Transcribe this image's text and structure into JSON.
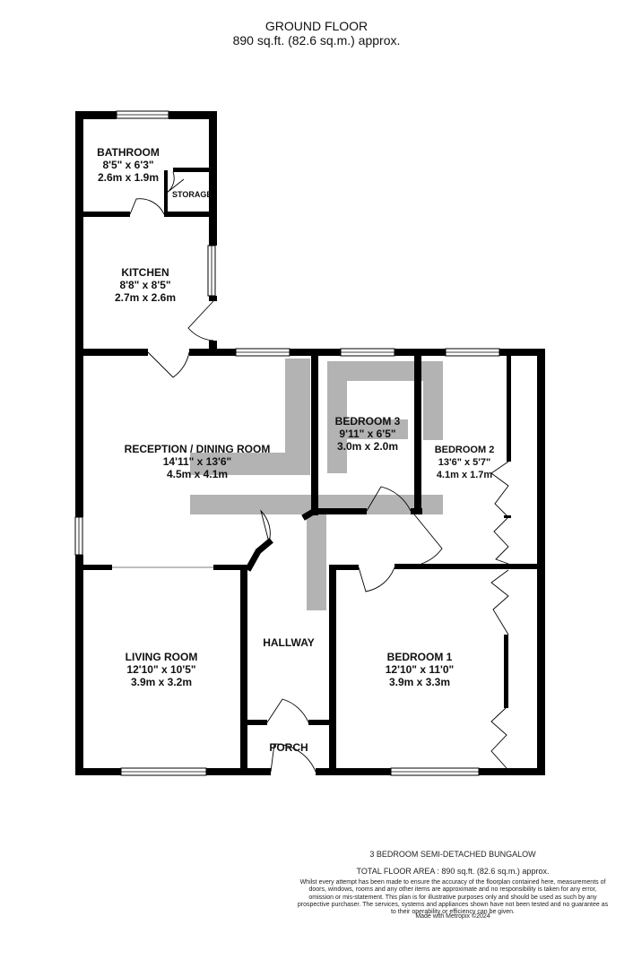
{
  "header": {
    "floor_name": "GROUND FLOOR",
    "floor_area": "890 sq.ft. (82.6 sq.m.) approx."
  },
  "rooms": {
    "bathroom": {
      "name": "BATHROOM",
      "imperial": "8'5\"  x 6'3\"",
      "metric": "2.6m  x 1.9m"
    },
    "storage": {
      "name": "STORAGE"
    },
    "kitchen": {
      "name": "KITCHEN",
      "imperial": "8'8\"  x 8'5\"",
      "metric": "2.7m  x 2.6m"
    },
    "reception": {
      "name": "RECEPTION /  DINING ROOM",
      "imperial": "14'11\"  x 13'6\"",
      "metric": "4.5m  x 4.1m"
    },
    "bedroom3": {
      "name": "BEDROOM 3",
      "imperial": "9'11\"  x 6'5\"",
      "metric": "3.0m  x 2.0m"
    },
    "bedroom2": {
      "name": "BEDROOM 2",
      "imperial": "13'6\"  x 5'7\"",
      "metric": "4.1m  x 1.7m"
    },
    "hallway": {
      "name": "HALLWAY"
    },
    "living": {
      "name": "LIVING ROOM",
      "imperial": "12'10\"  x 10'5\"",
      "metric": "3.9m  x 3.2m"
    },
    "bedroom1": {
      "name": "BEDROOM 1",
      "imperial": "12'10\"  x 11'0\"",
      "metric": "3.9m  x 3.3m"
    },
    "porch": {
      "name": "PORCH"
    }
  },
  "footer": {
    "property_type": "3 BEDROOM SEMI-DETACHED BUNGALOW",
    "total_area": "TOTAL FLOOR AREA : 890 sq.ft. (82.6 sq.m.) approx.",
    "disclaimer": "Whilst every attempt has been made to ensure the accuracy of the floorplan contained here, measurements of doors, windows, rooms and any other items are approximate and no responsibility is taken for any error, omission or mis-statement. This plan is for illustrative purposes only and should be used as such by any prospective purchaser. The services, systems and appliances shown have not been tested and no guarantee as to their operability or efficiency can be given.",
    "credit": "Made with Metropix ©2024"
  },
  "colors": {
    "wall": "#000000",
    "ceiling_shading": "#b3b3b3",
    "background": "#ffffff"
  }
}
